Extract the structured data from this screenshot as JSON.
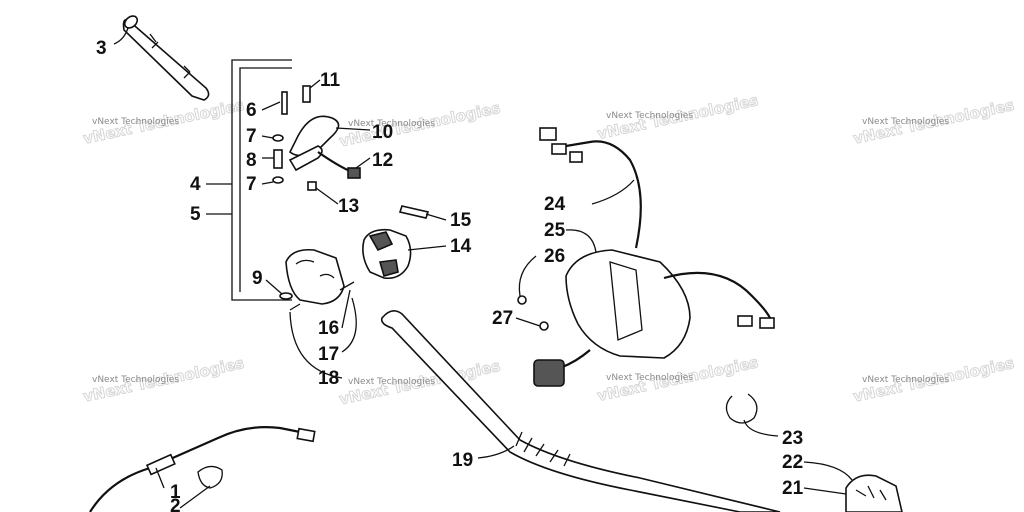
{
  "callouts": {
    "c1": "1",
    "c2": "2",
    "c3": "3",
    "c4": "4",
    "c5": "5",
    "c6": "6",
    "c7a": "7",
    "c7b": "7",
    "c8": "8",
    "c9": "9",
    "c10": "10",
    "c11": "11",
    "c12": "12",
    "c13": "13",
    "c14": "14",
    "c15": "15",
    "c16": "16",
    "c17": "17",
    "c18": "18",
    "c19": "19",
    "c21": "21",
    "c22": "22",
    "c23": "23",
    "c24": "24",
    "c25": "25",
    "c26": "26",
    "c27": "27"
  },
  "watermark": {
    "text": "vNext Technologies"
  },
  "colors": {
    "line": "#111111",
    "watermark": "#8a8a8a",
    "background": "#ffffff"
  }
}
